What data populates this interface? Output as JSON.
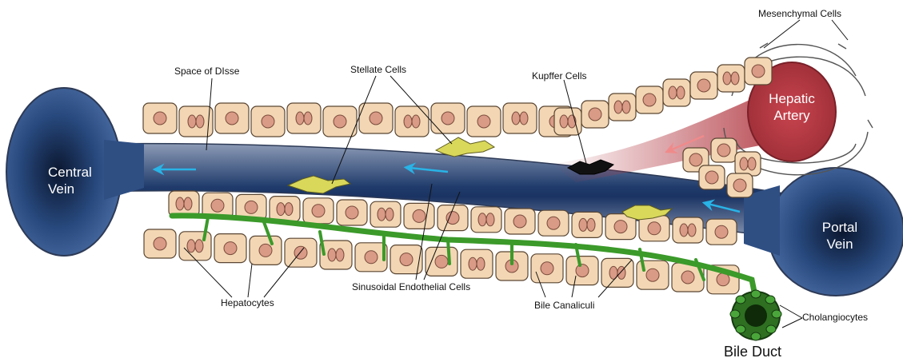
{
  "labels": {
    "space_of_disse": "Space of DIsse",
    "stellate_cells": "Stellate Cells",
    "kupffer_cells": "Kupffer Cells",
    "mesenchymal_cells": "Mesenchymal Cells",
    "hepatic_artery_1": "Hepatic",
    "hepatic_artery_2": "Artery",
    "central_vein_1": "Central",
    "central_vein_2": "Vein",
    "portal_vein_1": "Portal",
    "portal_vein_2": "Vein",
    "hepatocytes": "Hepatocytes",
    "sinusoidal_endothelial_cells": "Sinusoidal Endothelial Cells",
    "bile_canaliculi": "Bile Canaliculi",
    "cholangiocytes": "Cholangiocytes",
    "bile_duct": "Bile Duct"
  },
  "colors": {
    "vein": "#2b4f86",
    "vein_dark": "#0e1f3d",
    "artery": "#b23a43",
    "hepatocyte": "#f3d7b4",
    "nucleus": "#d99a86",
    "canaliculi": "#3b9a2a",
    "stellate": "#d9d85a",
    "flow_arrow_blue": "#29b3e6",
    "flow_arrow_red": "#f08a8a"
  }
}
